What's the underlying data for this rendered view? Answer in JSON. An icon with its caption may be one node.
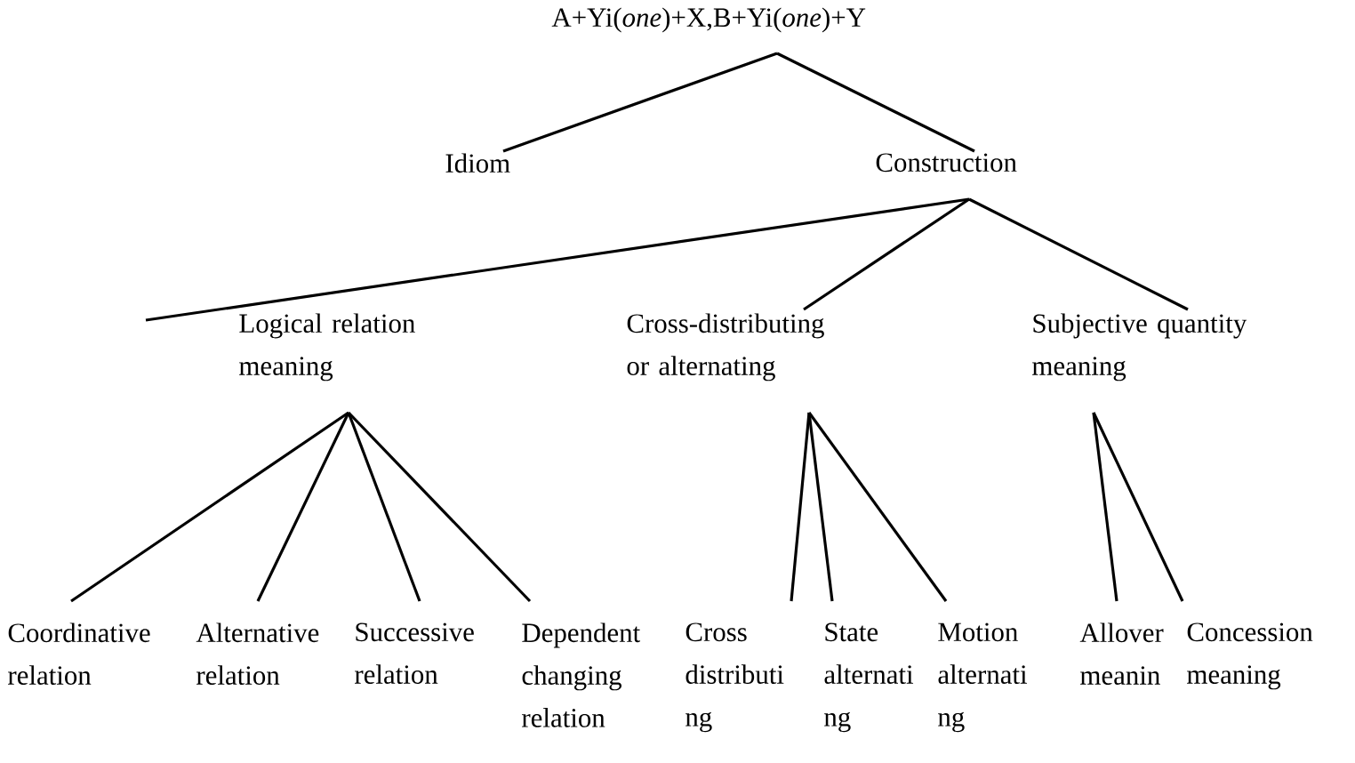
{
  "diagram": {
    "nodes": [
      {
        "text": [
          "A+Yi(*one*)+X,B+Yi(*one*)+Y"
        ]
      },
      {
        "text": [
          "Idiom"
        ]
      },
      {
        "text": [
          "Construction"
        ]
      },
      {
        "text": [
          "Logical relation meaning"
        ]
      },
      {
        "text": [
          "Cross-distributing or alternating"
        ]
      },
      {
        "text": [
          "Subjective quantity meaning"
        ]
      },
      {
        "text": [
          "Coordinative relation"
        ]
      },
      {
        "text": [
          "Alternative relation"
        ]
      },
      {
        "text": [
          "Successive relation"
        ]
      },
      {
        "text": [
          "Dependent changing relation"
        ]
      },
      {
        "text": [
          "Cross distributi ng"
        ]
      },
      {
        "text": [
          "State alternati ng"
        ]
      },
      {
        "text": [
          "Motion alternati ng"
        ]
      },
      {
        "text": [
          "Allover meanin"
        ]
      },
      {
        "text": [
          "Concession meaning"
        ]
      }
    ],
    "edges": [
      {
        "from": 0,
        "to": 1,
        "arrow": "none"
      },
      {
        "from": 0,
        "to": 2,
        "arrow": "none"
      },
      {
        "from": 2,
        "to": 3,
        "arrow": "none"
      },
      {
        "from": 2,
        "to": 4,
        "arrow": "none"
      },
      {
        "from": 2,
        "to": 5,
        "arrow": "none"
      },
      {
        "from": 3,
        "to": 6,
        "arrow": "none"
      },
      {
        "from": 3,
        "to": 7,
        "arrow": "none"
      },
      {
        "from": 3,
        "to": 8,
        "arrow": "none"
      },
      {
        "from": 3,
        "to": 9,
        "arrow": "none"
      },
      {
        "from": 4,
        "to": 10,
        "arrow": "none"
      },
      {
        "from": 4,
        "to": 11,
        "arrow": "none"
      },
      {
        "from": 4,
        "to": 12,
        "arrow": "none"
      },
      {
        "from": 5,
        "to": 13,
        "arrow": "none"
      },
      {
        "from": 5,
        "to": 14,
        "arrow": "none"
      }
    ]
  }
}
